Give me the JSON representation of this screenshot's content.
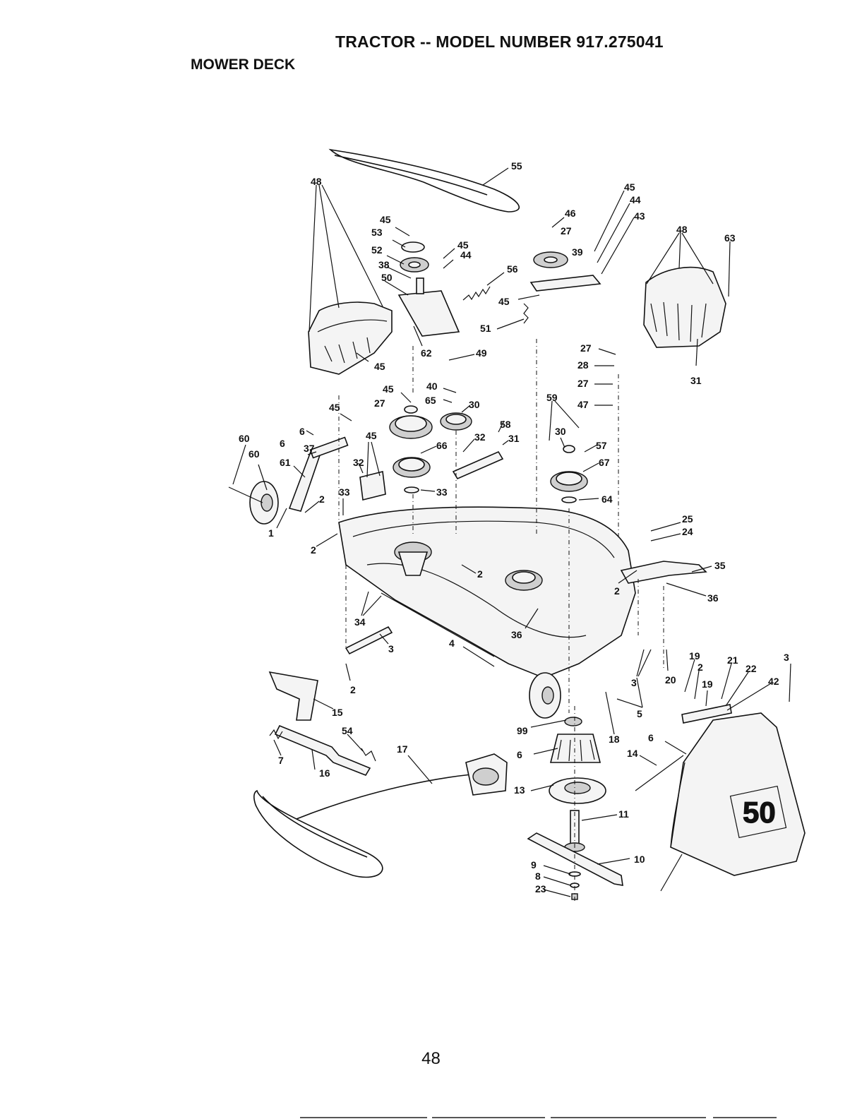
{
  "title": "TRACTOR -- MODEL NUMBER 917.275041",
  "subtitle": "MOWER DECK",
  "page_number": "48",
  "decal_text": "50",
  "callouts": [
    "55",
    "45",
    "44",
    "43",
    "46",
    "27",
    "39",
    "48",
    "48",
    "45",
    "53",
    "52",
    "45",
    "38",
    "44",
    "56",
    "50",
    "45",
    "51",
    "63",
    "62",
    "49",
    "45",
    "27",
    "28",
    "27",
    "47",
    "31",
    "45",
    "40",
    "27",
    "65",
    "30",
    "59",
    "60",
    "6",
    "45",
    "45",
    "58",
    "60",
    "6",
    "37",
    "31",
    "30",
    "57",
    "61",
    "32",
    "66",
    "32",
    "67",
    "2",
    "33",
    "33",
    "64",
    "1",
    "2",
    "25",
    "24",
    "35",
    "2",
    "2",
    "36",
    "34",
    "36",
    "4",
    "3",
    "2",
    "19",
    "2",
    "21",
    "22",
    "3",
    "3",
    "20",
    "19",
    "42",
    "5",
    "15",
    "99",
    "18",
    "6",
    "54",
    "17",
    "14",
    "6",
    "7",
    "16",
    "13",
    "11",
    "10",
    "9",
    "8",
    "23"
  ]
}
